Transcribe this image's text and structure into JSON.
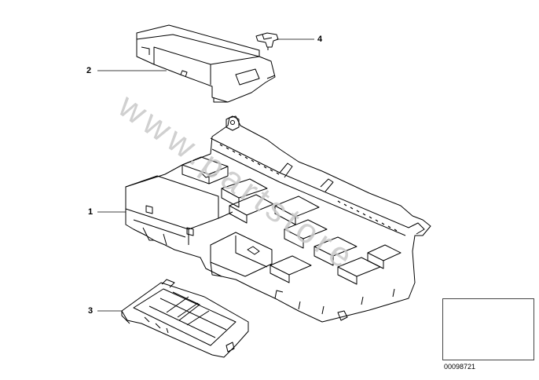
{
  "callouts": {
    "part1": "1",
    "part2": "2",
    "part3": "3",
    "part4": "4"
  },
  "reference_code": "00098721",
  "watermark_text": "www.partstore",
  "colors": {
    "line": "#000000",
    "background": "#ffffff",
    "watermark": "#c8c8c8"
  }
}
